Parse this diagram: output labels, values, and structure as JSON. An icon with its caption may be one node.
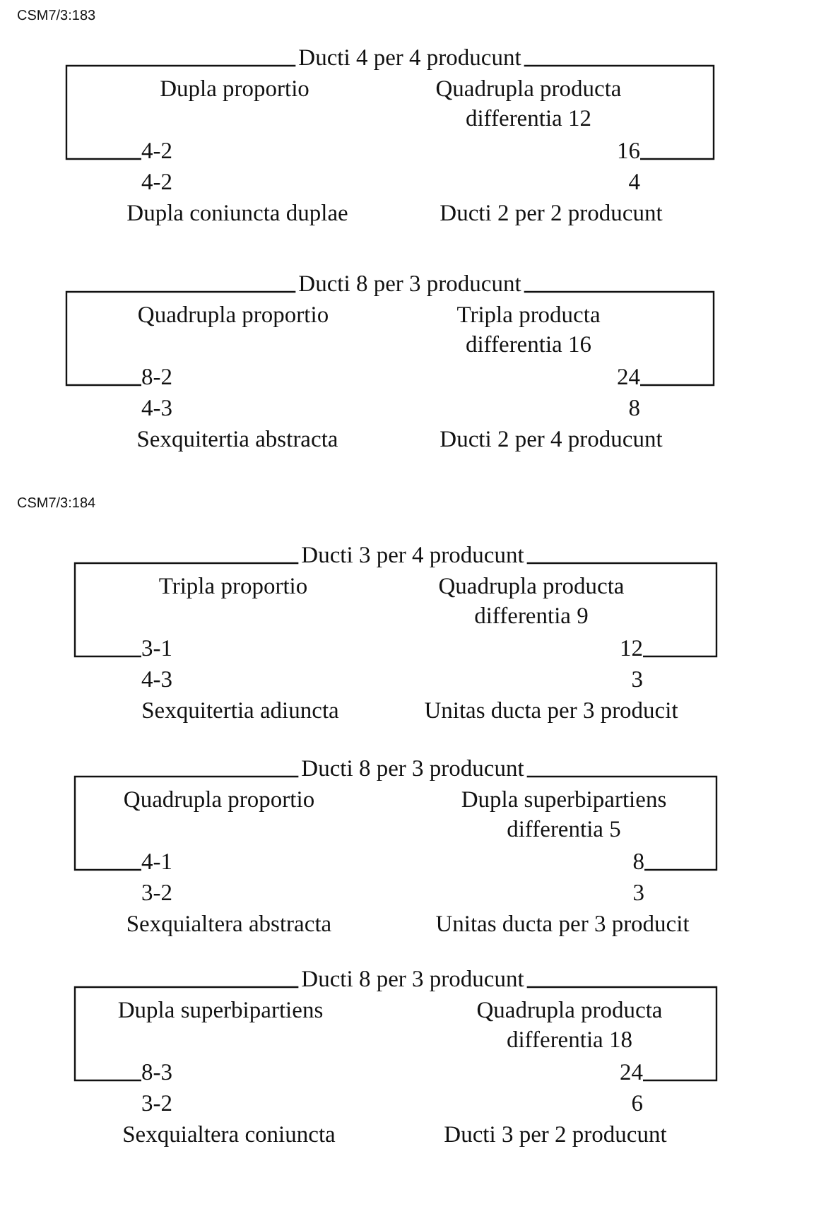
{
  "diagram": {
    "nodes": [
      {
        "text": [
          "Ducti 4 per 4 producunt"
        ]
      },
      {
        "text": [
          "4-2"
        ]
      },
      {
        "text": [
          "16"
        ]
      },
      {
        "text": [
          "Ducti 8 per 3 producunt"
        ]
      },
      {
        "text": [
          "8-2"
        ]
      },
      {
        "text": [
          "24"
        ]
      },
      {
        "text": [
          "Ducti 3 per 4 producunt"
        ]
      },
      {
        "text": [
          "3-1"
        ]
      },
      {
        "text": [
          "12"
        ]
      },
      {
        "text": [
          "Ducti 8 per 3 producunt"
        ]
      },
      {
        "text": [
          "4-1"
        ]
      },
      {
        "text": [
          "8"
        ]
      },
      {
        "text": [
          "Ducti 8 per 3 producunt"
        ]
      },
      {
        "text": [
          "8-3"
        ]
      },
      {
        "text": [
          "24"
        ]
      }
    ],
    "edges": [
      {
        "from": 0,
        "to": 1,
        "arrow": "none"
      },
      {
        "from": 0,
        "to": 2,
        "arrow": "none"
      },
      {
        "from": 3,
        "to": 4,
        "arrow": "none"
      },
      {
        "from": 3,
        "to": 5,
        "arrow": "none"
      },
      {
        "from": 6,
        "to": 7,
        "arrow": "none"
      },
      {
        "from": 6,
        "to": 8,
        "arrow": "none"
      },
      {
        "from": 9,
        "to": 10,
        "arrow": "none"
      },
      {
        "from": 9,
        "to": 11,
        "arrow": "none"
      },
      {
        "from": 12,
        "to": 13,
        "arrow": "none"
      },
      {
        "from": 12,
        "to": 14,
        "arrow": "none"
      }
    ],
    "labels": [
      "CSM7/3:183",
      "Dupla proportio",
      "Quadrupla producta differentia 12",
      "4-2",
      "4",
      "Dupla coniuncta duplae",
      "Ducti 2 per 2 producunt",
      "Quadrupla proportio",
      "Tripla producta differentia 16",
      "4-3",
      "8",
      "Sexquitertia abstracta",
      "Ducti 2 per 4 producunt",
      "CSM7/3:184",
      "Tripla proportio",
      "Quadrupla producta differentia 9",
      "4-3",
      "3",
      "Sexquitertia adiuncta",
      "Unitas ducta per 3 producit",
      "Quadrupla proportio",
      "Dupla superbipartiens differentia 5",
      "3-2",
      "3",
      "Sexquialtera abstracta",
      "Unitas ducta per 3 producit",
      "Dupla superbipartiens",
      "Quadrupla producta differentia 18",
      "3-2",
      "6",
      "Sexquialtera coniuncta",
      "Ducti 3 per 2 producunt"
    ]
  }
}
